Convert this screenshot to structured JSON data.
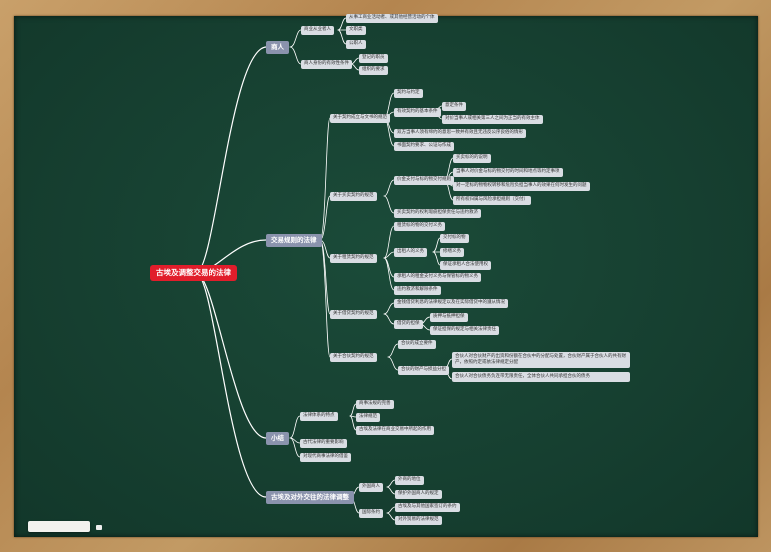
{
  "root": "古埃及调整交易的法律",
  "branches": {
    "merchant": {
      "label": "商人",
      "children": [
        {
          "label": "商业从业者人",
          "children": [
            "从事工商业活动者、或其他经营活动的个体",
            "文职类",
            "公职人"
          ]
        },
        {
          "label": "商人身份的有效性条件",
          "children": [
            "登记的职员",
            "组织的要求"
          ]
        }
      ]
    },
    "transactions": {
      "label": "交易规则的法律",
      "children": [
        {
          "label": "关于契约成立与文书的规范",
          "children": [
            "契约与约定",
            {
              "label": "有效契约的基本条件",
              "children": [
                "意定条件",
                "对价当事人或相关第三人之间为正当的有效主体"
              ]
            },
            "双方当事人须有缔约的意思一致并有效且无违反公序良俗的情形",
            "书面契约要求、公证与作成"
          ]
        },
        {
          "label": "关于买卖契约的规范",
          "children": [
            {
              "label": "价金支付与标的物交付规则",
              "children": [
                "买卖标的的说明",
                "当事人对价金与标的物交付的时间和地点等约定事项",
                "对一定标的物物权转移和危险负担当事人的效果在何时发生的问题",
                "所有权归属与风险承担规则（交付）"
              ]
            },
            "买卖契约的权利瑕疵担保责任与违约救济"
          ]
        },
        {
          "label": "关于租赁契约的规范",
          "children": [
            "租赁标的物的交付义务",
            {
              "label": "出租人的义务",
              "children": [
                "交付标的物",
                "修缮义务",
                "保证承租人合法使用权"
              ]
            },
            "承租人的租金支付义务与保管标的物义务",
            "违约救济和解除条件"
          ]
        },
        {
          "label": "关于借贷契约的规范",
          "children": [
            "金钱借贷利息的法律规定以及在实际借贷中的遵从情况",
            {
              "label": "借贷的担保",
              "children": [
                "质押与抵押担保",
                "保证担保的规定与相关法律责任"
              ]
            }
          ]
        },
        {
          "label": "关于合伙契约的规范",
          "children": [
            "合伙的成立要件",
            {
              "label": "合伙的财产与损益分担",
              "children": [
                "合伙人对合伙财产的出资和份额在合伙中的分配与处置，合伙财产属于合伙人的共有财产，依照约定或依法律规定分配",
                "合伙人对合伙债务负连带无限责任，全体合伙人共同承担合伙的债务"
              ]
            }
          ]
        }
      ]
    },
    "summary": {
      "label": "小结",
      "children": [
        {
          "label": "法律体系的特点",
          "children": [
            "商事法规的完善",
            "法律规范",
            "古埃及法律在商业交易中所起的作用"
          ]
        },
        "古代法律的重要影响",
        "对现代商事法律的借鉴"
      ]
    },
    "foreign": {
      "label": "古埃及对外交往的法律调整",
      "children": [
        {
          "label": "外国商人",
          "children": [
            "外商的地位",
            "保护外国商人的规定"
          ]
        },
        {
          "label": "国际条约",
          "children": [
            "古埃及与其他国家签订的条约",
            "对外贸易的法律规范"
          ]
        }
      ]
    }
  }
}
